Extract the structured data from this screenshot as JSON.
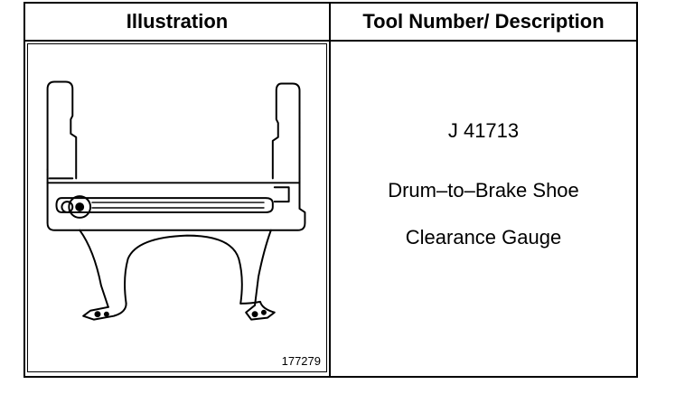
{
  "table": {
    "header_illustration": "Illustration",
    "header_tool": "Tool Number/ Description"
  },
  "row": {
    "figure_number": "177279",
    "tool_number": "J 41713",
    "description_line1": "Drum–to–Brake Shoe",
    "description_line2": "Clearance Gauge"
  },
  "illustration": {
    "icon": "brake-shoe-clearance-gauge-drawing"
  }
}
